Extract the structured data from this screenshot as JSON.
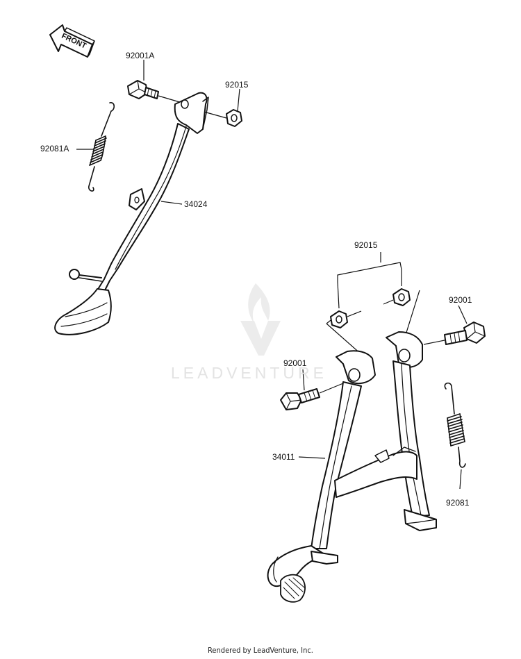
{
  "diagram": {
    "direction_label": "FRONT",
    "watermark": "LEADVENTURE",
    "footer": "Rendered by LeadVenture, Inc."
  },
  "callouts": {
    "bolt_side": "92001A",
    "nut_side": "92015",
    "spring_side": "92081A",
    "side_stand": "34024",
    "nut_main": "92015",
    "bolt_main_right": "92001",
    "bolt_main_left": "92001",
    "main_stand": "34011",
    "spring_main": "92081"
  },
  "colors": {
    "line": "#111111",
    "watermark": "#e3e3e3"
  }
}
